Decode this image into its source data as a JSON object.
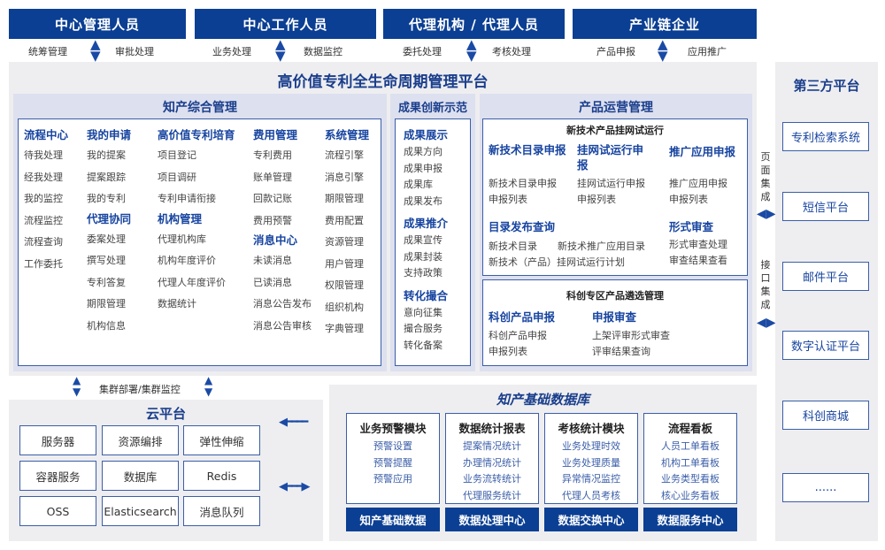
{
  "top_roles": [
    {
      "label": "中心管理人员",
      "left": "统筹管理",
      "right": "审批处理"
    },
    {
      "label": "中心工作人员",
      "left": "业务处理",
      "right": "数据监控"
    },
    {
      "label": "代理机构 / 代理人员",
      "left": "委托处理",
      "right": "考核处理"
    },
    {
      "label": "产业链企业",
      "left": "产品申报",
      "right": "应用推广"
    }
  ],
  "platform_title": "高价值专利全生命周期管理平台",
  "ip_mgmt": {
    "title": "知产综合管理",
    "columns": [
      {
        "groups": [
          {
            "heading": "流程中心",
            "items": [
              "待我处理",
              "经我处理",
              "我的监控",
              "流程监控",
              "流程查询",
              "工作委托"
            ]
          }
        ]
      },
      {
        "groups": [
          {
            "heading": "我的申请",
            "items": [
              "我的提案",
              "提案跟踪",
              "我的专利"
            ]
          },
          {
            "heading": "代理协同",
            "items": [
              "委案处理",
              "撰写处理",
              "专利答复",
              "期限管理",
              "机构信息"
            ]
          }
        ]
      },
      {
        "groups": [
          {
            "heading": "高价值专利培育",
            "items": [
              "项目登记",
              "项目调研",
              "专利申请衔接"
            ]
          },
          {
            "heading": "机构管理",
            "items": [
              "代理机构库",
              "机构年度评价",
              "代理人年度评价",
              "数据统计"
            ]
          }
        ]
      },
      {
        "groups": [
          {
            "heading": "费用管理",
            "items": [
              "专利费用",
              "账单管理",
              "回款记账",
              "费用预警"
            ]
          },
          {
            "heading": "消息中心",
            "items": [
              "未读消息",
              "已读消息",
              "消息公告发布",
              "消息公告审核"
            ]
          }
        ]
      },
      {
        "groups": [
          {
            "heading": "系统管理",
            "items": [
              "流程引擎",
              "消息引擎",
              "期限管理",
              "费用配置",
              "资源管理",
              "用户管理",
              "权限管理",
              "组织机构",
              "字典管理"
            ]
          }
        ]
      }
    ]
  },
  "innovation": {
    "title": "成果创新示范",
    "groups": [
      {
        "heading": "成果展示",
        "items": [
          "成果方向",
          "成果申报",
          "成果库",
          "成果发布"
        ]
      },
      {
        "heading": "成果推介",
        "items": [
          "成果宣传",
          "成果封装",
          "支持政策"
        ]
      },
      {
        "heading": "转化撮合",
        "items": [
          "意向征集",
          "撮合服务",
          "转化备案"
        ]
      }
    ]
  },
  "product_ops": {
    "title": "产品运营管理",
    "trial": {
      "title": "新技术产品挂网试运行",
      "groups": [
        {
          "heading": "新技术目录申报",
          "items": [
            "新技术目录申报",
            "申报列表"
          ]
        },
        {
          "heading": "挂网试运行申报",
          "items": [
            "挂网试运行申报",
            "申报列表"
          ]
        },
        {
          "heading": "推广应用申报",
          "items": [
            "推广应用申报",
            "申报列表"
          ]
        }
      ],
      "catalog": {
        "heading": "目录发布查询",
        "items": [
          "新技术目录",
          "新技术推广应用目录",
          "新技术（产品）挂网试运行计划"
        ]
      },
      "review": {
        "heading": "形式审查",
        "items": [
          "形式审查处理",
          "审查结果查看"
        ]
      }
    },
    "kc": {
      "title": "科创专区产品遴选管理",
      "groups": [
        {
          "heading": "科创产品申报",
          "items": [
            "科创产品申报",
            "申报列表"
          ]
        },
        {
          "heading": "申报审查",
          "items": [
            "上架评审形式审查",
            "评审结果查询"
          ]
        }
      ]
    }
  },
  "integration": {
    "page": "页面集成",
    "api": "接口集成"
  },
  "third_party": {
    "title": "第三方平台",
    "items": [
      "专利检索系统",
      "短信平台",
      "邮件平台",
      "数字认证平台",
      "科创商城",
      "......"
    ]
  },
  "cluster_label": "集群部署/集群监控",
  "cloud": {
    "title": "云平台",
    "cells": [
      "服务器",
      "资源编排",
      "弹性伸缩",
      "容器服务",
      "数据库",
      "Redis",
      "OSS",
      "Elasticsearch",
      "消息队列"
    ]
  },
  "database": {
    "title": "知产基础数据库",
    "modules": [
      {
        "heading": "业务预警模块",
        "items": [
          "预警设置",
          "预警提醒",
          "预警应用"
        ],
        "bar": "知产基础数据"
      },
      {
        "heading": "数据统计报表",
        "items": [
          "提案情况统计",
          "办理情况统计",
          "业务流转统计",
          "代理服务统计"
        ],
        "bar": "数据处理中心"
      },
      {
        "heading": "考核统计模块",
        "items": [
          "业务处理时效",
          "业务处理质量",
          "异常情况监控",
          "代理人员考核"
        ],
        "bar": "数据交换中心"
      },
      {
        "heading": "流程看板",
        "items": [
          "人员工单看板",
          "机构工单看板",
          "业务类型看板",
          "核心业务看板"
        ],
        "bar": "数据服务中心"
      }
    ]
  },
  "colors": {
    "brand": "#0b3f93",
    "heading": "#1744a0",
    "panel": "#dde0ef",
    "background": "#eeeef0"
  }
}
